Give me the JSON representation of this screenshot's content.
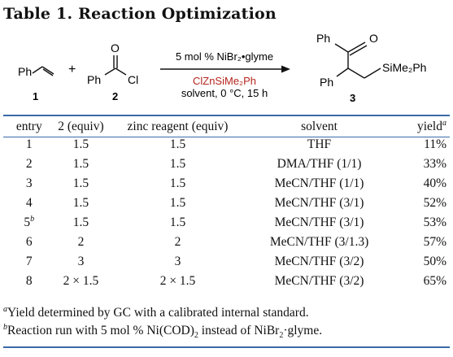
{
  "title": "Table 1. Reaction Optimization",
  "scheme": {
    "reactant1_group": "Ph",
    "reactant1_number": "1",
    "plus": "+",
    "reactant2_ph": "Ph",
    "reactant2_o": "O",
    "reactant2_cl": "Cl",
    "reactant2_number": "2",
    "conditions_above": "5 mol % NiBr₂•glyme",
    "reagent_below": "ClZnSiMe₂Ph",
    "conditions_below": "solvent, 0 °C, 15 h",
    "product_ph_top": "Ph",
    "product_o": "O",
    "product_ph_left": "Ph",
    "product_silyl": "SiMe₂Ph",
    "product_number": "3",
    "colors": {
      "reagent": "#b5261e",
      "rule": "#3a6aa8"
    }
  },
  "table": {
    "headers": {
      "entry": "entry",
      "equiv2": "2 (equiv)",
      "zinc": "zinc reagent (equiv)",
      "solvent": "solvent",
      "yield": "yield",
      "yield_note": "a"
    },
    "rows": [
      {
        "entry": "1",
        "note": "",
        "equiv2": "1.5",
        "zinc": "1.5",
        "solvent": "THF",
        "yield": "11%"
      },
      {
        "entry": "2",
        "note": "",
        "equiv2": "1.5",
        "zinc": "1.5",
        "solvent": "DMA/THF (1/1)",
        "yield": "33%"
      },
      {
        "entry": "3",
        "note": "",
        "equiv2": "1.5",
        "zinc": "1.5",
        "solvent": "MeCN/THF (1/1)",
        "yield": "40%"
      },
      {
        "entry": "4",
        "note": "",
        "equiv2": "1.5",
        "zinc": "1.5",
        "solvent": "MeCN/THF (3/1)",
        "yield": "52%"
      },
      {
        "entry": "5",
        "note": "b",
        "equiv2": "1.5",
        "zinc": "1.5",
        "solvent": "MeCN/THF (3/1)",
        "yield": "53%"
      },
      {
        "entry": "6",
        "note": "",
        "equiv2": "2",
        "zinc": "2",
        "solvent": "MeCN/THF (3/1.3)",
        "yield": "57%"
      },
      {
        "entry": "7",
        "note": "",
        "equiv2": "3",
        "zinc": "3",
        "solvent": "MeCN/THF (3/2)",
        "yield": "50%"
      },
      {
        "entry": "8",
        "note": "",
        "equiv2": "2 × 1.5",
        "zinc": "2 × 1.5",
        "solvent": "MeCN/THF (3/2)",
        "yield": "65%"
      }
    ]
  },
  "footnotes": {
    "a_mark": "a",
    "a_text": "Yield determined by GC with a calibrated internal standard.",
    "b_mark": "b",
    "b_text_pre": "Reaction run with 5 mol % Ni(COD)",
    "b_text_sub": "2",
    "b_text_post": " instead of NiBr",
    "b_text_sub2": "2",
    "b_text_end": "·glyme."
  }
}
